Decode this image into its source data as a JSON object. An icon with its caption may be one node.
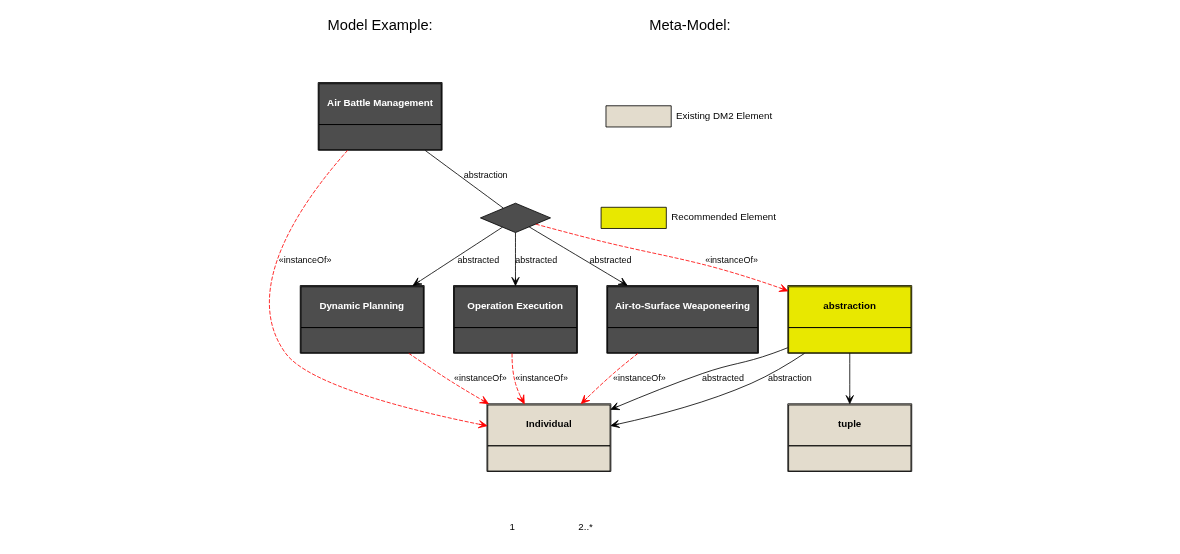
{
  "diagram": {
    "nodes": [
      {
        "text": [
          "tuple"
        ]
      },
      {
        "text": [
          "Individual"
        ]
      },
      {
        "text": [
          "abstraction"
        ]
      },
      {
        "text": [
          "Air Battle Management"
        ]
      },
      {
        "text": [],
        "shape": "diamond"
      },
      {
        "text": [
          "Dynamic Planning"
        ]
      },
      {
        "text": [
          "Operation Execution"
        ]
      },
      {
        "text": [
          "Air-to-Surface Weaponeering"
        ]
      }
    ],
    "edges": [
      {
        "from": 2,
        "to": 0,
        "arrow": "to"
      },
      {
        "from": 2,
        "to": 1,
        "arrow": "to",
        "label": "abstraction"
      },
      {
        "from": 2,
        "to": 1,
        "arrow": "to",
        "label": "abstracted"
      },
      {
        "from": 3,
        "to": 1,
        "arrow": "to",
        "label": "«instanceOf»",
        "style": "dashed",
        "color": "#ff0000"
      },
      {
        "from": 4,
        "to": 2,
        "arrow": "to",
        "label": "«instanceOf»",
        "style": "dashed",
        "color": "#ff0000"
      },
      {
        "from": 3,
        "to": 4,
        "arrow": "none",
        "label": "abstraction"
      },
      {
        "from": 4,
        "to": 5,
        "arrow": "to",
        "label": "abstracted"
      },
      {
        "from": 4,
        "to": 6,
        "arrow": "to",
        "label": "abstracted"
      },
      {
        "from": 4,
        "to": 7,
        "arrow": "to",
        "label": "abstracted"
      },
      {
        "from": 5,
        "to": 1,
        "arrow": "to",
        "label": "«instanceOf»",
        "style": "dashed",
        "color": "#ff0000"
      },
      {
        "from": 6,
        "to": 1,
        "arrow": "to",
        "label": "«instanceOf»",
        "style": "dashed",
        "color": "#ff0000"
      },
      {
        "from": 7,
        "to": 1,
        "arrow": "to",
        "label": "«instanceOf»",
        "style": "dashed",
        "color": "#ff0000"
      }
    ],
    "labels": [
      "Meta-Model:",
      "Model Example:",
      "1",
      "2..*"
    ],
    "legend": [
      {
        "text": "Existing DM2 Element",
        "color": "#e3dccd"
      },
      {
        "text": "Recommended Element",
        "color": "#e8e800"
      }
    ]
  }
}
